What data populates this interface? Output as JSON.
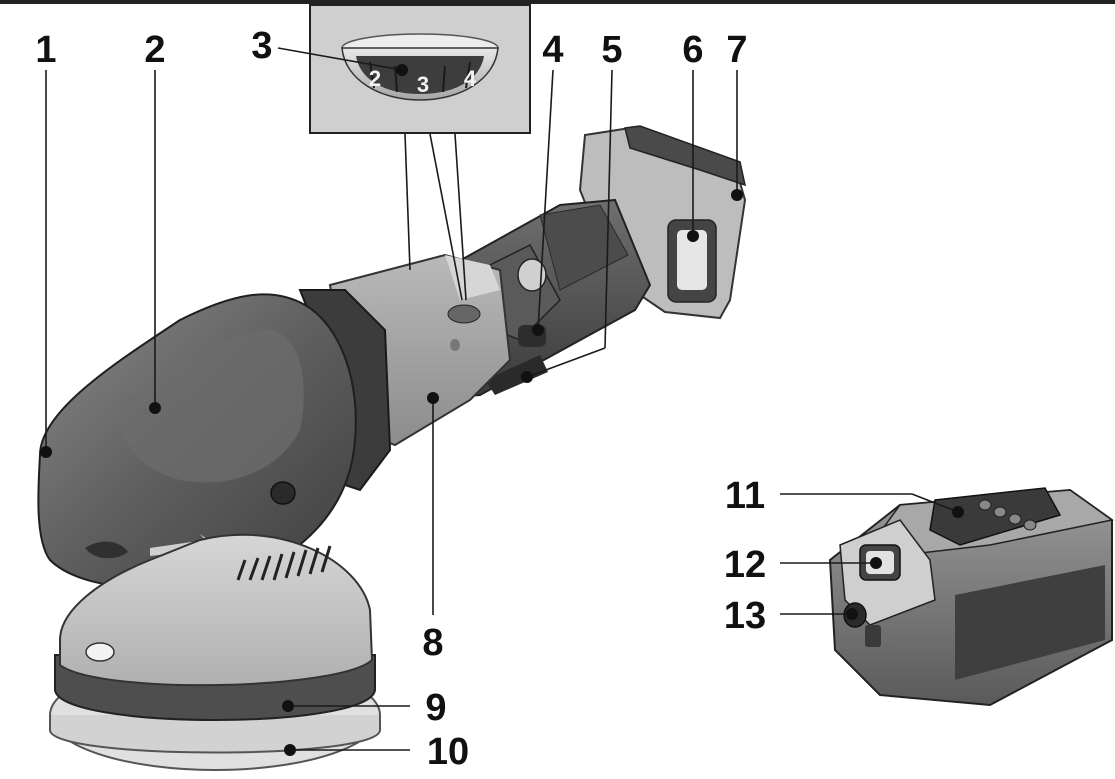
{
  "callouts": [
    {
      "id": "1",
      "label": "1"
    },
    {
      "id": "2",
      "label": "2"
    },
    {
      "id": "3",
      "label": "3"
    },
    {
      "id": "4",
      "label": "4"
    },
    {
      "id": "5",
      "label": "5"
    },
    {
      "id": "6",
      "label": "6"
    },
    {
      "id": "7",
      "label": "7"
    },
    {
      "id": "8",
      "label": "8"
    },
    {
      "id": "9",
      "label": "9"
    },
    {
      "id": "10",
      "label": "10"
    },
    {
      "id": "11",
      "label": "11"
    },
    {
      "id": "12",
      "label": "12"
    },
    {
      "id": "13",
      "label": "13"
    }
  ],
  "dial": {
    "marks": [
      "2",
      "3",
      "4"
    ]
  }
}
